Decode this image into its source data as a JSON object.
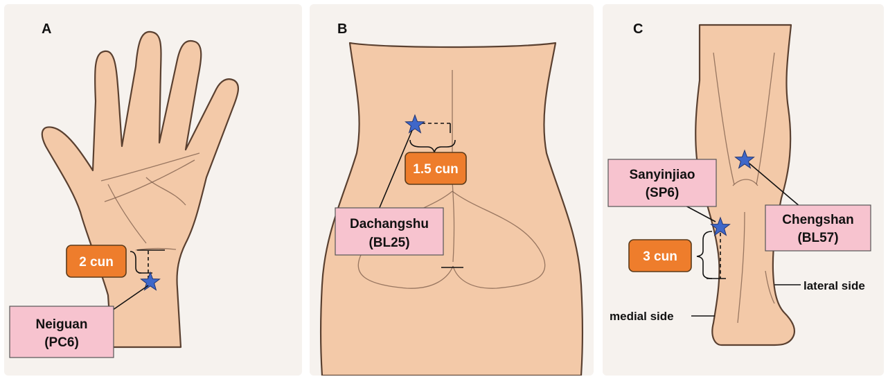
{
  "panels": [
    {
      "letter": "A",
      "point_name": "Neiguan",
      "point_code": "(PC6)",
      "distance": "2 cun"
    },
    {
      "letter": "B",
      "point_name": "Dachangshu",
      "point_code": "(BL25)",
      "distance": "1.5 cun"
    },
    {
      "letter": "C",
      "point1_name": "Sanyinjiao",
      "point1_code": "(SP6)",
      "point2_name": "Chengshan",
      "point2_code": "(BL57)",
      "distance": "3 cun",
      "lateral_label": "lateral side",
      "medial_label": "medial side"
    }
  ],
  "colors": {
    "skin": "#f3c9a8",
    "panel_bg": "#f6f2ee",
    "label_box": "#f7c3cf",
    "distance_box": "#ee7d2c",
    "star": "#3f67c9"
  },
  "icons": [
    "star-marker-icon"
  ]
}
